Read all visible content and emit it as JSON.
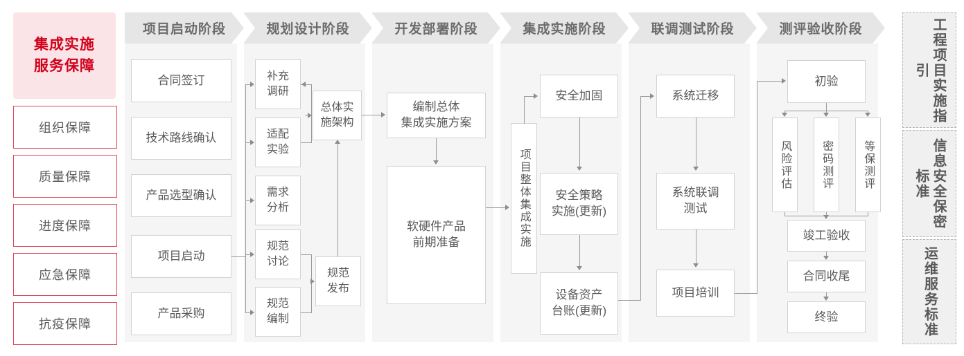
{
  "diagram": {
    "title": "集成实施服务保障",
    "left_rail": {
      "header": "集成实施\n服务保障",
      "header_line1": "集成实施",
      "header_line2": "服务保障",
      "items": [
        {
          "label": "组织保障"
        },
        {
          "label": "质量保障"
        },
        {
          "label": "进度保障"
        },
        {
          "label": "应急保障"
        },
        {
          "label": "抗疫保障"
        }
      ]
    },
    "phases": [
      {
        "header": "项目启动阶段",
        "nodes": [
          {
            "label": "合同签订"
          },
          {
            "label": "技术路线确认"
          },
          {
            "label": "产品选型确认"
          },
          {
            "label": "项目启动"
          },
          {
            "label": "产品采购"
          }
        ]
      },
      {
        "header": "规划设计阶段",
        "nodes": [
          {
            "label": "补充\n调研",
            "l1": "补充",
            "l2": "调研"
          },
          {
            "label": "适配\n实验",
            "l1": "适配",
            "l2": "实验"
          },
          {
            "label": "需求\n分析",
            "l1": "需求",
            "l2": "分析"
          },
          {
            "label": "规范\n讨论",
            "l1": "规范",
            "l2": "讨论"
          },
          {
            "label": "规范\n编制",
            "l1": "规范",
            "l2": "编制"
          },
          {
            "label": "总体实\n施架构",
            "l1": "总体实",
            "l2": "施架构"
          },
          {
            "label": "规范\n发布",
            "l1": "规范",
            "l2": "发布"
          }
        ]
      },
      {
        "header": "开发部署阶段",
        "nodes": [
          {
            "label": "编制总体\n集成实施方案",
            "l1": "编制总体",
            "l2": "集成实施方案"
          },
          {
            "label": "软硬件产品\n前期准备",
            "l1": "软硬件产品",
            "l2": "前期准备"
          }
        ]
      },
      {
        "header": "集成实施阶段",
        "nodes": [
          {
            "label": "项目整体集成实施"
          },
          {
            "label": "安全加固"
          },
          {
            "label": "安全策略\n实施(更新)",
            "l1": "安全策略",
            "l2": "实施(更新)"
          },
          {
            "label": "设备资产\n台账(更新)",
            "l1": "设备资产",
            "l2": "台账(更新)"
          }
        ]
      },
      {
        "header": "联调测试阶段",
        "nodes": [
          {
            "label": "系统迁移"
          },
          {
            "label": "系统联调\n测试",
            "l1": "系统联调",
            "l2": "测试"
          },
          {
            "label": "项目培训"
          }
        ]
      },
      {
        "header": "测评验收阶段",
        "nodes": [
          {
            "label": "初验"
          },
          {
            "label": "风险评估"
          },
          {
            "label": "密码测评"
          },
          {
            "label": "等保测评"
          },
          {
            "label": "竣工验收"
          },
          {
            "label": "合同收尾"
          },
          {
            "label": "终验"
          }
        ]
      }
    ],
    "right_rail": {
      "items": [
        {
          "label": "工程项目实施指引"
        },
        {
          "label": "信息安全保密标准"
        },
        {
          "label": "运维服务标准"
        }
      ]
    },
    "colors": {
      "accent_red": "#D0021B",
      "rail_border_red": "#E0455A",
      "title_bg_pink": "#FBE4E7",
      "header_gray": "#E6E6E6",
      "column_bg": "#F5F5F5",
      "node_border": "#D2D2D2",
      "connector": "#9a9a9a",
      "text_gray": "#5a5a5a",
      "std_bg": "#F0F0F0",
      "std_border": "#B5B5B5"
    }
  }
}
